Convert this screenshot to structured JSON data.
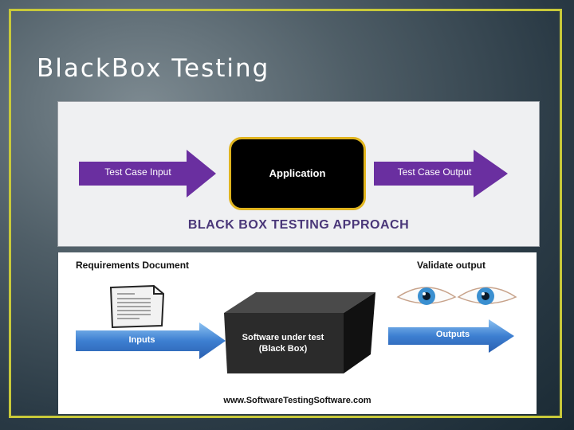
{
  "slide": {
    "title": "BlackBox Testing"
  },
  "diagram_top": {
    "input_label": "Test Case Input",
    "application_label": "Application",
    "output_label": "Test Case Output",
    "caption": "BLACK BOX TESTING APPROACH",
    "colors": {
      "arrow": "#6a2fa0",
      "box_border": "#e0b41f",
      "caption": "#4a3779"
    }
  },
  "diagram_bottom": {
    "requirements_label": "Requirements Document",
    "validate_label": "Validate output",
    "inputs_label": "Inputs",
    "outputs_label": "Outputs",
    "box_line1": "Software under test",
    "box_line2": "(Black Box)",
    "website": "www.SoftwareTestingSoftware.com",
    "icons": [
      "document-icon",
      "eye-icon",
      "eye-icon",
      "black-box-icon"
    ],
    "colors": {
      "arrow": "#3d7fd1"
    }
  }
}
